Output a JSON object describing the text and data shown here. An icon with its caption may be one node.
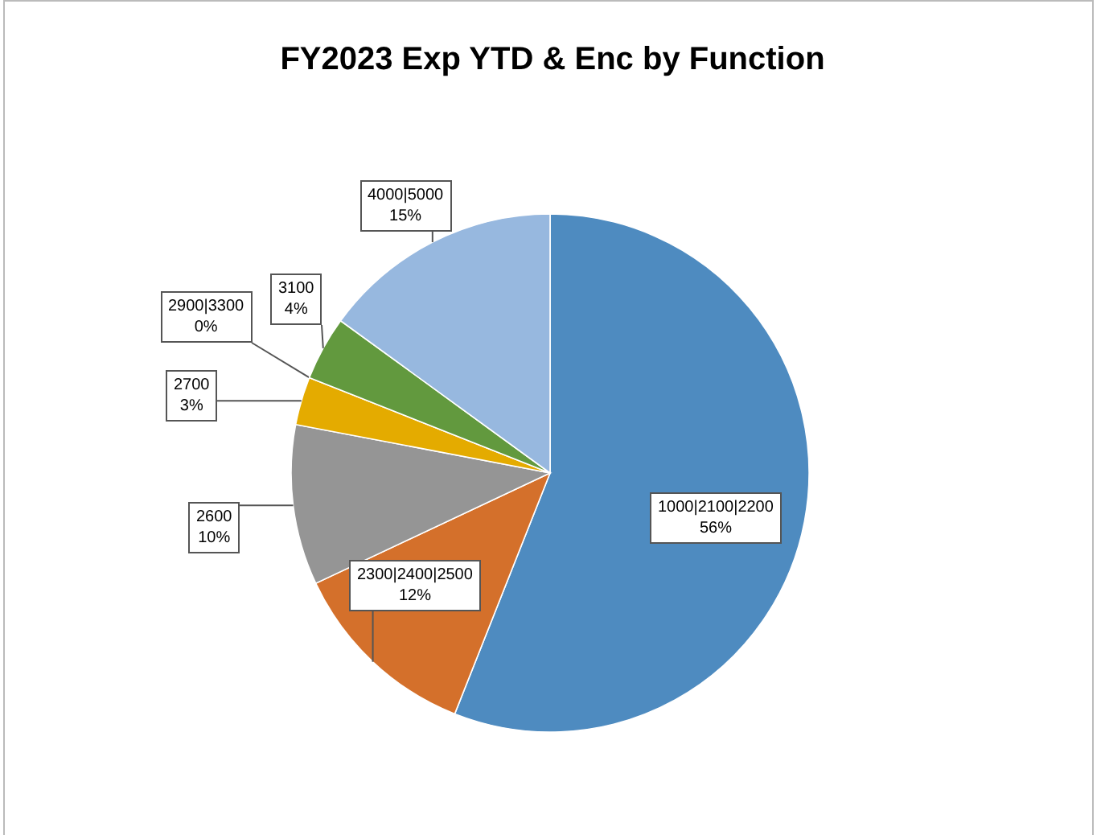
{
  "diagram": {
    "title": "FY2023 Exp YTD & Enc by Function",
    "chart_data": {
      "type": "pie",
      "categories": [
        "1000|2100|2200",
        "2300|2400|2500",
        "2600",
        "2700",
        "2900|3300",
        "3100",
        "4000|5000"
      ],
      "series": [
        {
          "colors": [
            "#4e8bc0",
            "#d4702b",
            "#959595",
            "#e4ab00",
            null,
            "#62993e",
            "#97b8df"
          ],
          "values": [
            56,
            12,
            10,
            3,
            0,
            4,
            15
          ]
        }
      ],
      "value_labels": [
        "56%",
        "12%",
        "10%",
        "3%",
        "0%",
        "4%",
        "15%"
      ]
    }
  }
}
